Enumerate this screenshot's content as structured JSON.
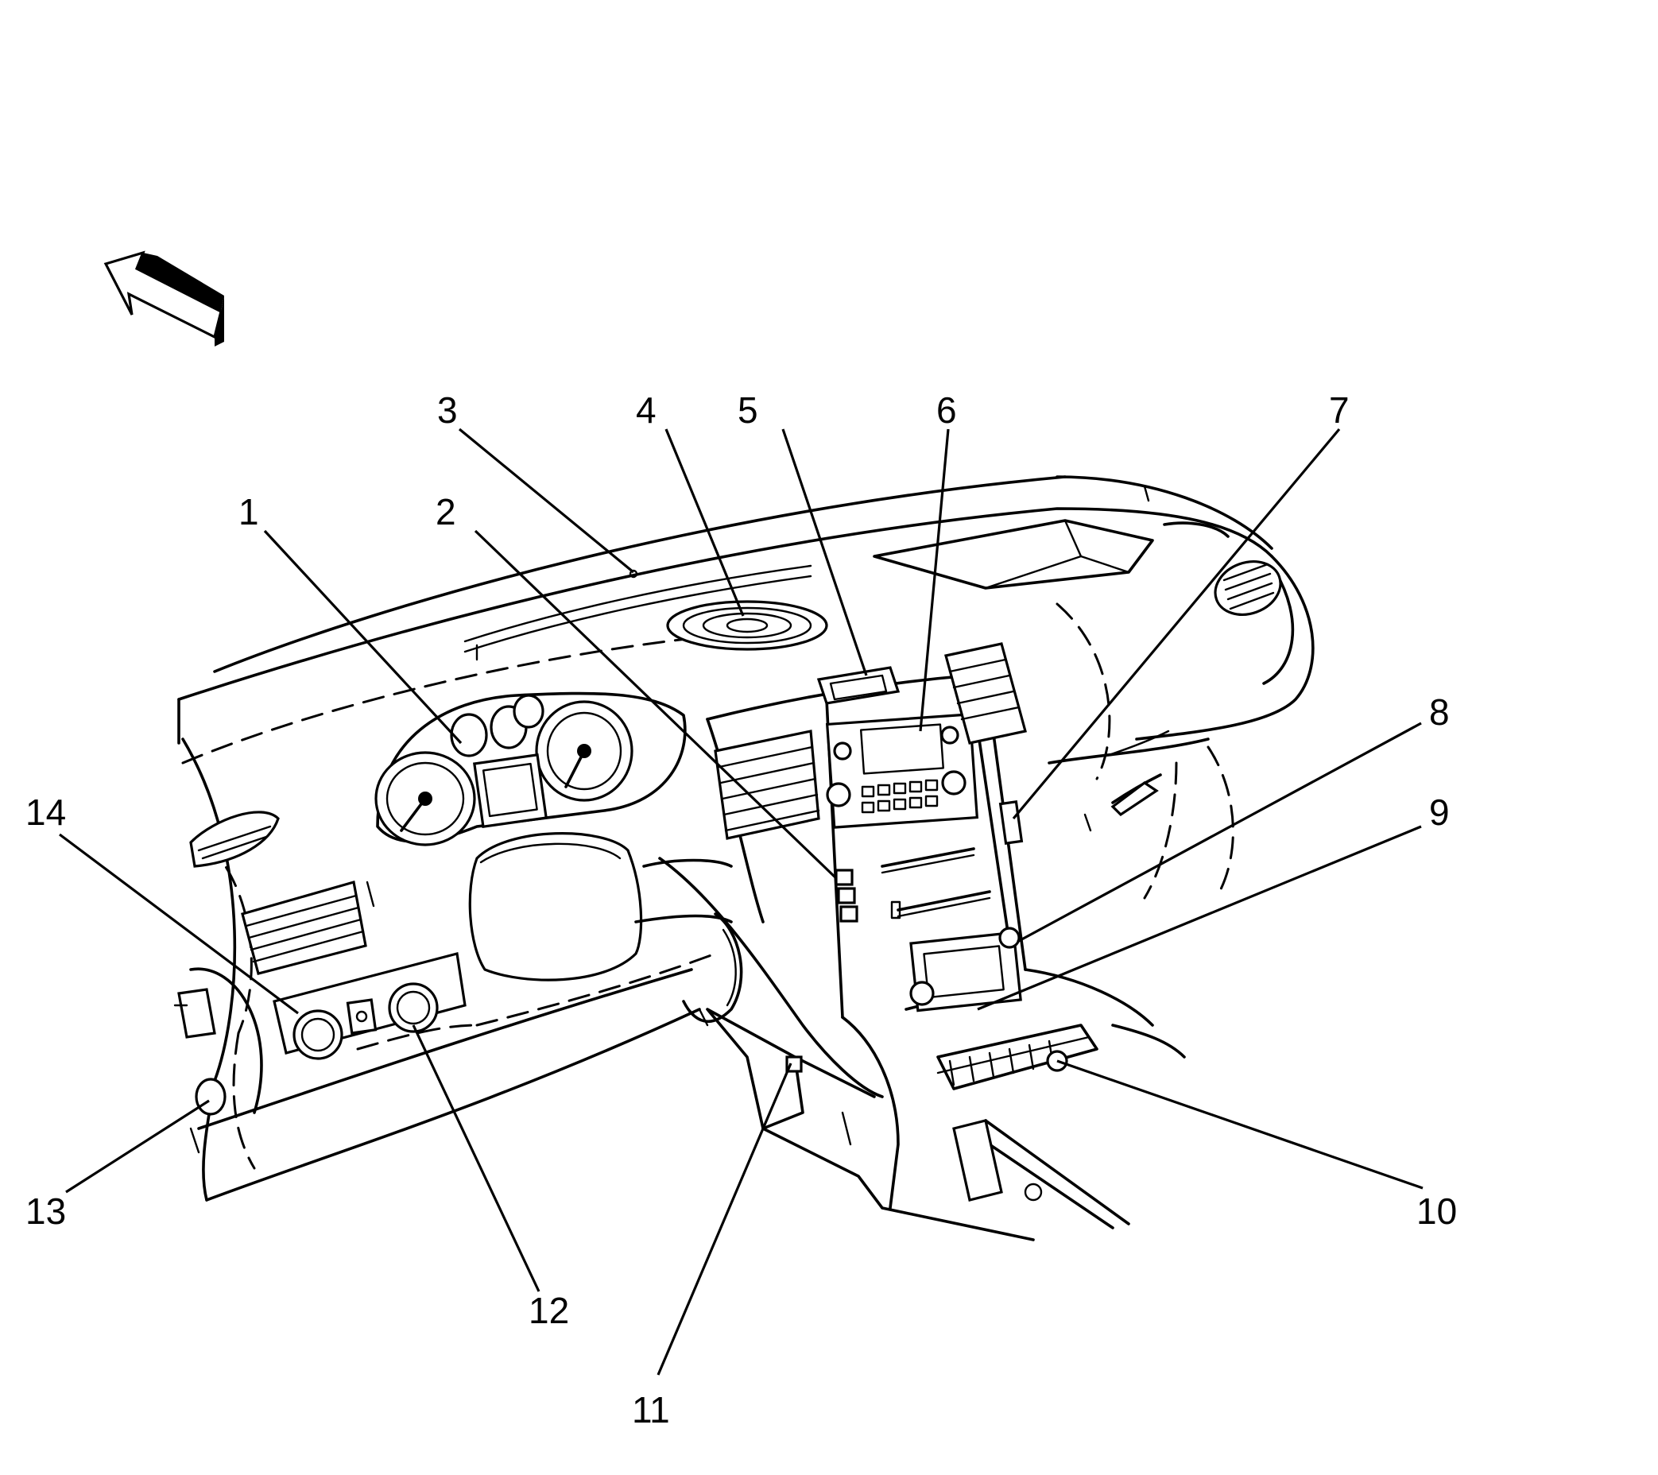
{
  "callouts": [
    {
      "id": "1",
      "label": "1"
    },
    {
      "id": "2",
      "label": "2"
    },
    {
      "id": "3",
      "label": "3"
    },
    {
      "id": "4",
      "label": "4"
    },
    {
      "id": "5",
      "label": "5"
    },
    {
      "id": "6",
      "label": "6"
    },
    {
      "id": "7",
      "label": "7"
    },
    {
      "id": "8",
      "label": "8"
    },
    {
      "id": "9",
      "label": "9"
    },
    {
      "id": "10",
      "label": "10"
    },
    {
      "id": "11",
      "label": "11"
    },
    {
      "id": "12",
      "label": "12"
    },
    {
      "id": "13",
      "label": "13"
    },
    {
      "id": "14",
      "label": "14"
    }
  ],
  "icons": {
    "direction_arrow": "front-direction-arrow-icon"
  },
  "colors": {
    "line": "#000000",
    "background": "#ffffff"
  }
}
